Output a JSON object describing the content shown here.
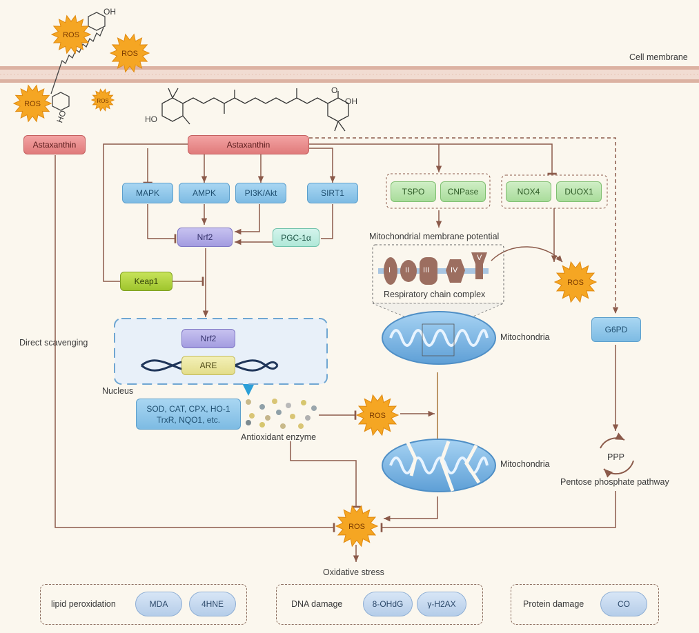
{
  "labels": {
    "cell_membrane": "Cell membrane",
    "direct_scavenging": "Direct scavenging",
    "nucleus": "Nucleus",
    "mito_membrane_potential": "Mitochondrial membrane potential",
    "respiratory_chain": "Respiratory chain complex",
    "mitochondria_1": "Mitochondria",
    "mitochondria_2": "Mitochondria",
    "antioxidant_enzyme": "Antioxidant enzyme",
    "pentose_pathway": "Pentose phosphate pathway",
    "oxidative_stress": "Oxidative stress"
  },
  "nodes": {
    "astaxanthin_left": "Astaxanthin",
    "astaxanthin_main": "Astaxanthin",
    "mapk": "MAPK",
    "ampk": "AMPK",
    "pi3k": "PI3K/Akt",
    "sirt1": "SIRT1",
    "nrf2": "Nrf2",
    "pgc1a": "PGC-1α",
    "keap1": "Keap1",
    "nrf2_nucleus": "Nrf2",
    "are": "ARE",
    "tspo": "TSPO",
    "cnpase": "CNPase",
    "nox4": "NOX4",
    "duox1": "DUOX1",
    "g6pd": "G6PD",
    "ppp": "PPP",
    "enzymes_line1": "SOD, CAT, CPX, HO-1",
    "enzymes_line2": "TrxR, NQO1, etc."
  },
  "complexes": [
    "I",
    "II",
    "III",
    "IV",
    "V"
  ],
  "ros_label": "ROS",
  "molecule": {
    "ho": "HO",
    "oh": "OH",
    "o": "O"
  },
  "outcomes": [
    {
      "title": "lipid peroxidation",
      "markers": [
        "MDA",
        "4HNE"
      ]
    },
    {
      "title": "DNA damage",
      "markers": [
        "8-OHdG",
        "γ-H2AX"
      ]
    },
    {
      "title": "Protein damage",
      "markers": [
        "CO"
      ]
    }
  ],
  "colors": {
    "arrow": "#8b5a4a",
    "ros": "#f5a623",
    "membrane": "#e8c9bc",
    "mito": "#7fb8e6",
    "dna": "#1f3559",
    "highlight_arrow": "#2b9fd8"
  }
}
